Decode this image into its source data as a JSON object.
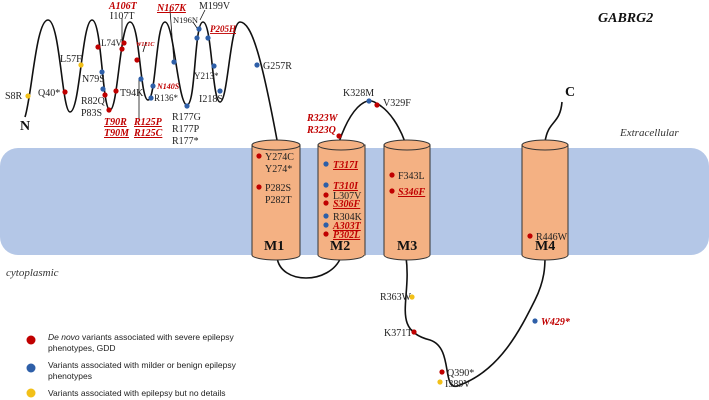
{
  "title": "GABRG2",
  "regions": {
    "extracellular": "Extracellular",
    "cytoplasmic": "cytoplasmic"
  },
  "termini": {
    "n": "N",
    "c": "C"
  },
  "segments": [
    "M1",
    "M2",
    "M3",
    "M4"
  ],
  "colors": {
    "severe": "#c00000",
    "mild": "#2e5fa8",
    "unknown": "#f2c018",
    "membrane": "#b4c7e7",
    "helix": "#f4b183"
  },
  "variants": {
    "S8R": "S8R",
    "Q40": "Q40*",
    "L57F": "L57F",
    "N79S": "N79S",
    "R82Q": "R82Q",
    "P83S": "P83S",
    "L74V": "L74V",
    "T90R": "T90R",
    "T90M": "T90M",
    "T94K": "T94K",
    "A106T": "A106T",
    "I107T": "I107T",
    "W121C": "W121C",
    "R125P": "R125P",
    "R125C": "R125C",
    "R136": "R136*",
    "N140S": "N140S",
    "N167K": "N167K",
    "N196N": "N196N",
    "M199V": "M199V",
    "P205H": "P205H",
    "R177G": "R177G",
    "R177P": "R177P",
    "R177x": "R177*",
    "Y213": "Y213*",
    "I218S": "I218S",
    "G257R": "G257R",
    "Y274C": "Y274C",
    "Y274x": "Y274*",
    "P282S": "P282S",
    "P282T": "P282T",
    "R323W": "R323W",
    "R323Q": "R323Q",
    "K328M": "K328M",
    "V329F": "V329F",
    "T317I": "T317I",
    "T310I": "T310I",
    "L307V": "L307V",
    "S306F": "S306F",
    "R304K": "R304K",
    "A303T": "A303T",
    "P302L": "P302L",
    "F343L": "F343L",
    "S346F": "S346F",
    "R363W": "R363W",
    "K371T": "K371T",
    "Q390": "Q390*",
    "I389V": "I389V",
    "W429": "W429*",
    "R446W": "R446W"
  },
  "legend": [
    {
      "italic": "De novo",
      "line1": " variants associated with severe epilepsy",
      "line2": "phenotypes, GDD"
    },
    {
      "italic": "",
      "line1": "Variants associated with milder or benign epilepsy",
      "line2": "phenotypes"
    },
    {
      "italic": "",
      "line1": "Variants associated with epilepsy but no details",
      "line2": ""
    }
  ]
}
